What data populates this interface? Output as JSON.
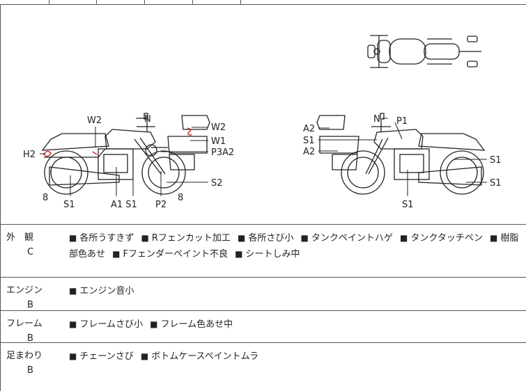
{
  "diagram": {
    "left_bike_labels": [
      "W2",
      "N",
      "W2",
      "W1",
      "P3A2",
      "H2",
      "S2",
      "8",
      "S1",
      "A1 S1",
      "P2",
      "8"
    ],
    "right_bike_labels": [
      "N",
      "P1",
      "A2",
      "S1",
      "A2",
      "S1",
      "S1",
      "S1"
    ]
  },
  "rows": [
    {
      "category": "外　観",
      "grade": "C",
      "items": [
        "各所うすきず",
        "Rフェンカット加工",
        "各所さび小",
        "タンクペイントハゲ",
        "タンクタッチペン",
        "樹脂部色あせ",
        "Fフェンダーペイント不良",
        "シートしみ中"
      ]
    },
    {
      "category": "エンジン",
      "grade": "B",
      "items": [
        "エンジン音小"
      ]
    },
    {
      "category": "フレーム",
      "grade": "B",
      "items": [
        "フレームさび小",
        "フレーム色あせ中"
      ]
    },
    {
      "category": "足まわり",
      "grade": "B",
      "items": [
        "チェーンさび",
        "ボトムケースペイントムラ"
      ]
    }
  ],
  "colors": {
    "line": "#222222",
    "border": "#555555",
    "damage_mark": "#cc2222"
  }
}
